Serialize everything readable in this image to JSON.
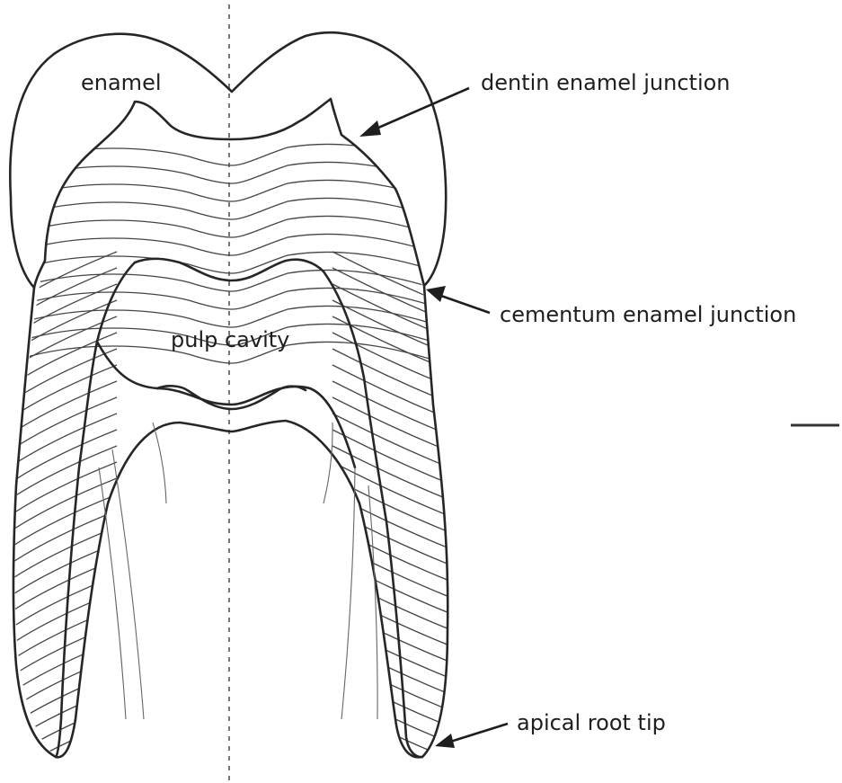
{
  "labels": {
    "enamel": "enamel",
    "dentin_enamel_junction": "dentin enamel junction",
    "cementum_enamel_junction": "cementum enamel junction",
    "pulp_cavity": "pulp cavity",
    "apical_root_tip": "apical root tip"
  },
  "colors": {
    "line": "#262626",
    "text": "#1e1e1e",
    "background": "#ffffff"
  }
}
